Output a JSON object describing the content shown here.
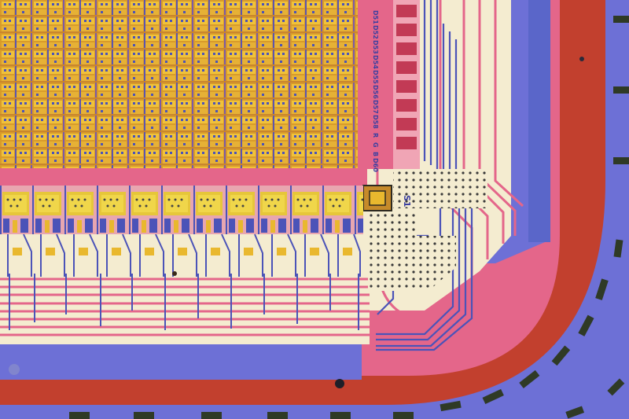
{
  "photo": {
    "subject": "die-photo-corner",
    "colors": {
      "die_blue": "#6d70d6",
      "ring_red": "#c2402e",
      "ring_pink": "#e4668a",
      "core_cream": "#f4ecd0",
      "cell_yellow": "#e9b82e",
      "metal_blue": "#4b53b8",
      "pad_gap": "#2f3a26"
    }
  },
  "labels": {
    "row_labels": [
      "D51",
      "D52",
      "D53",
      "D54",
      "D55",
      "D56",
      "D57",
      "D58",
      "R",
      "G",
      "B",
      "D60"
    ],
    "block_label": "S1"
  }
}
